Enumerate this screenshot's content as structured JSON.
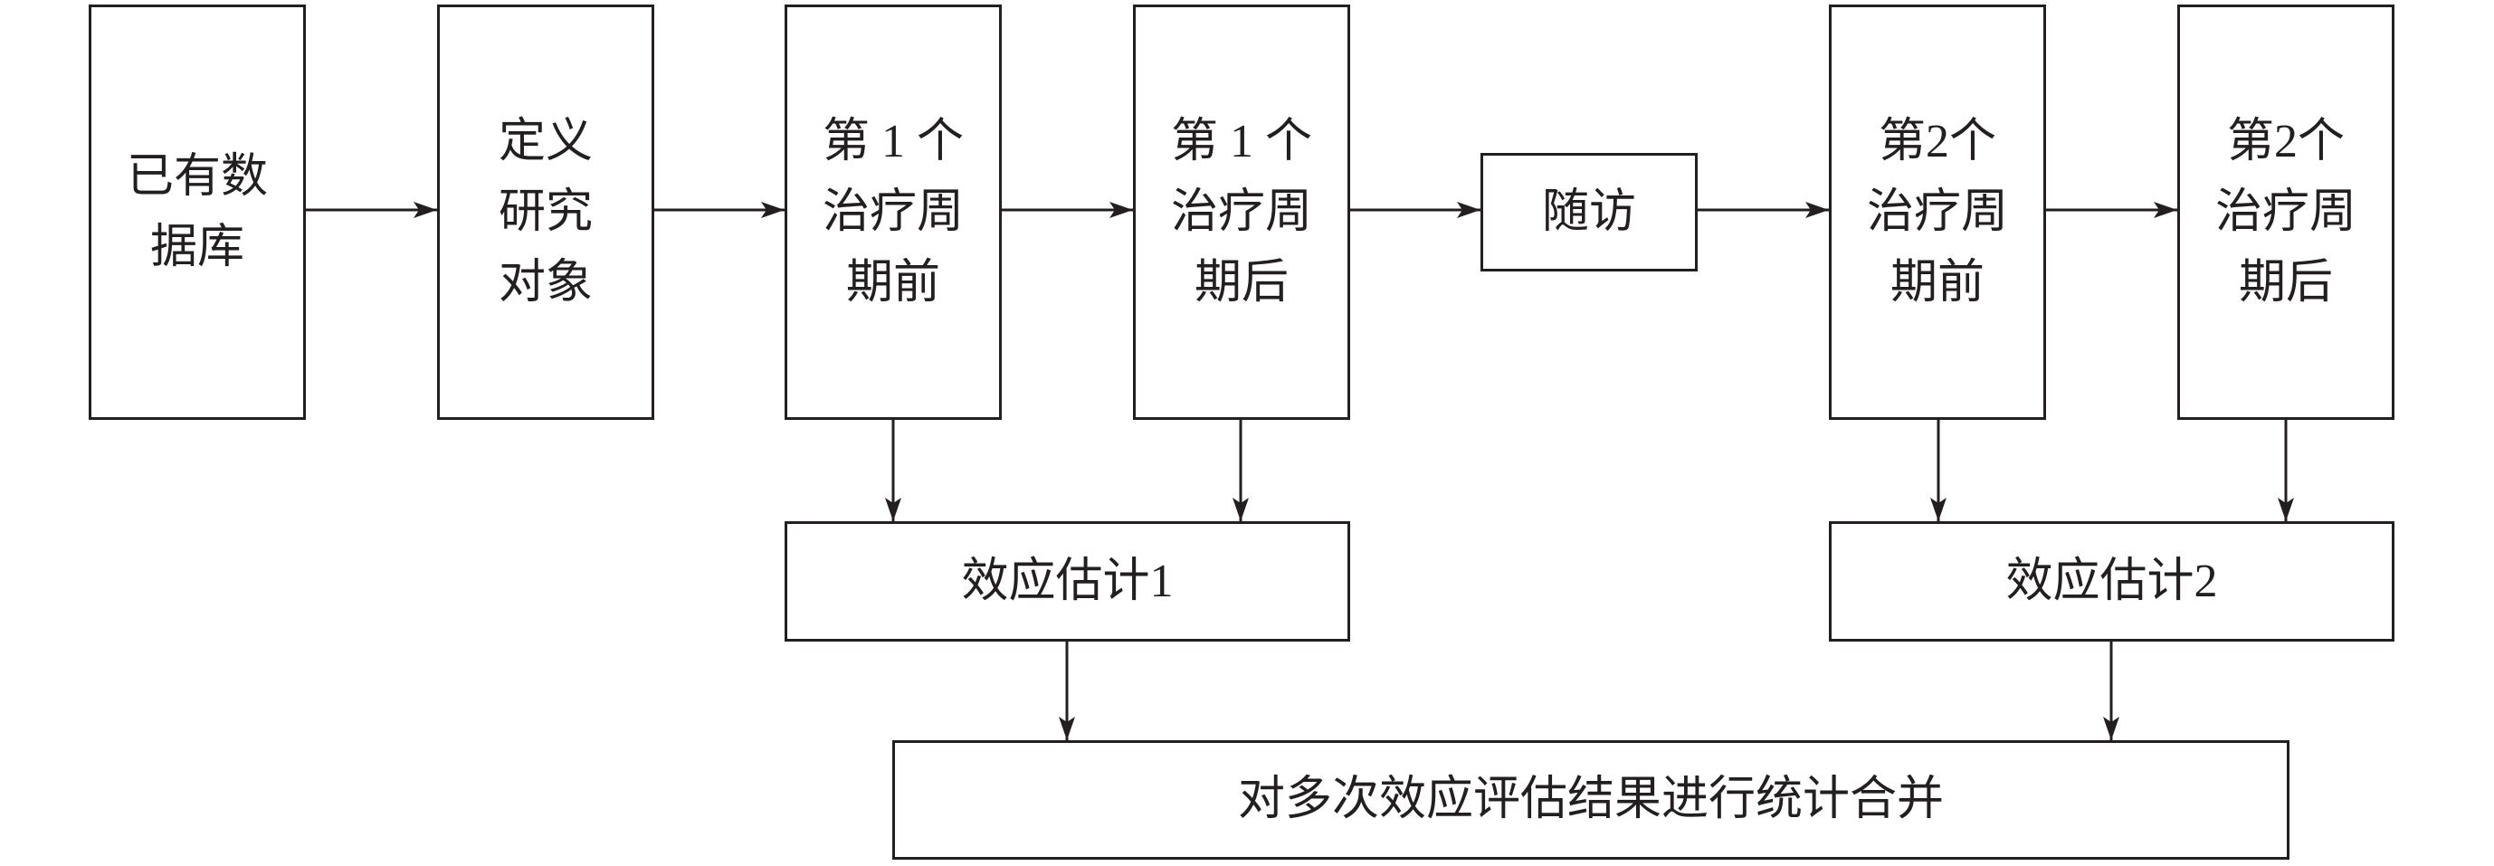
{
  "nodes": {
    "database": {
      "lines": [
        "已有数",
        "据库"
      ]
    },
    "define": {
      "lines": [
        "定义",
        "研究",
        "对象"
      ]
    },
    "cycle1_before": {
      "lines": [
        "第 1 个",
        "治疗周",
        "期前"
      ]
    },
    "cycle1_after": {
      "lines": [
        "第 1 个",
        "治疗周",
        "期后"
      ]
    },
    "followup": {
      "label": "随访"
    },
    "cycle2_before": {
      "lines": [
        "第2个",
        "治疗周",
        "期前"
      ]
    },
    "cycle2_after": {
      "lines": [
        "第2个",
        "治疗周",
        "期后"
      ]
    },
    "effect1": {
      "label": "效应估计1"
    },
    "effect2": {
      "label": "效应估计2"
    },
    "pooling": {
      "label": "对多次效应评估结果进行统计合并"
    }
  },
  "colors": {
    "stroke": "#231f20",
    "text": "#231f20",
    "background": "#ffffff"
  }
}
